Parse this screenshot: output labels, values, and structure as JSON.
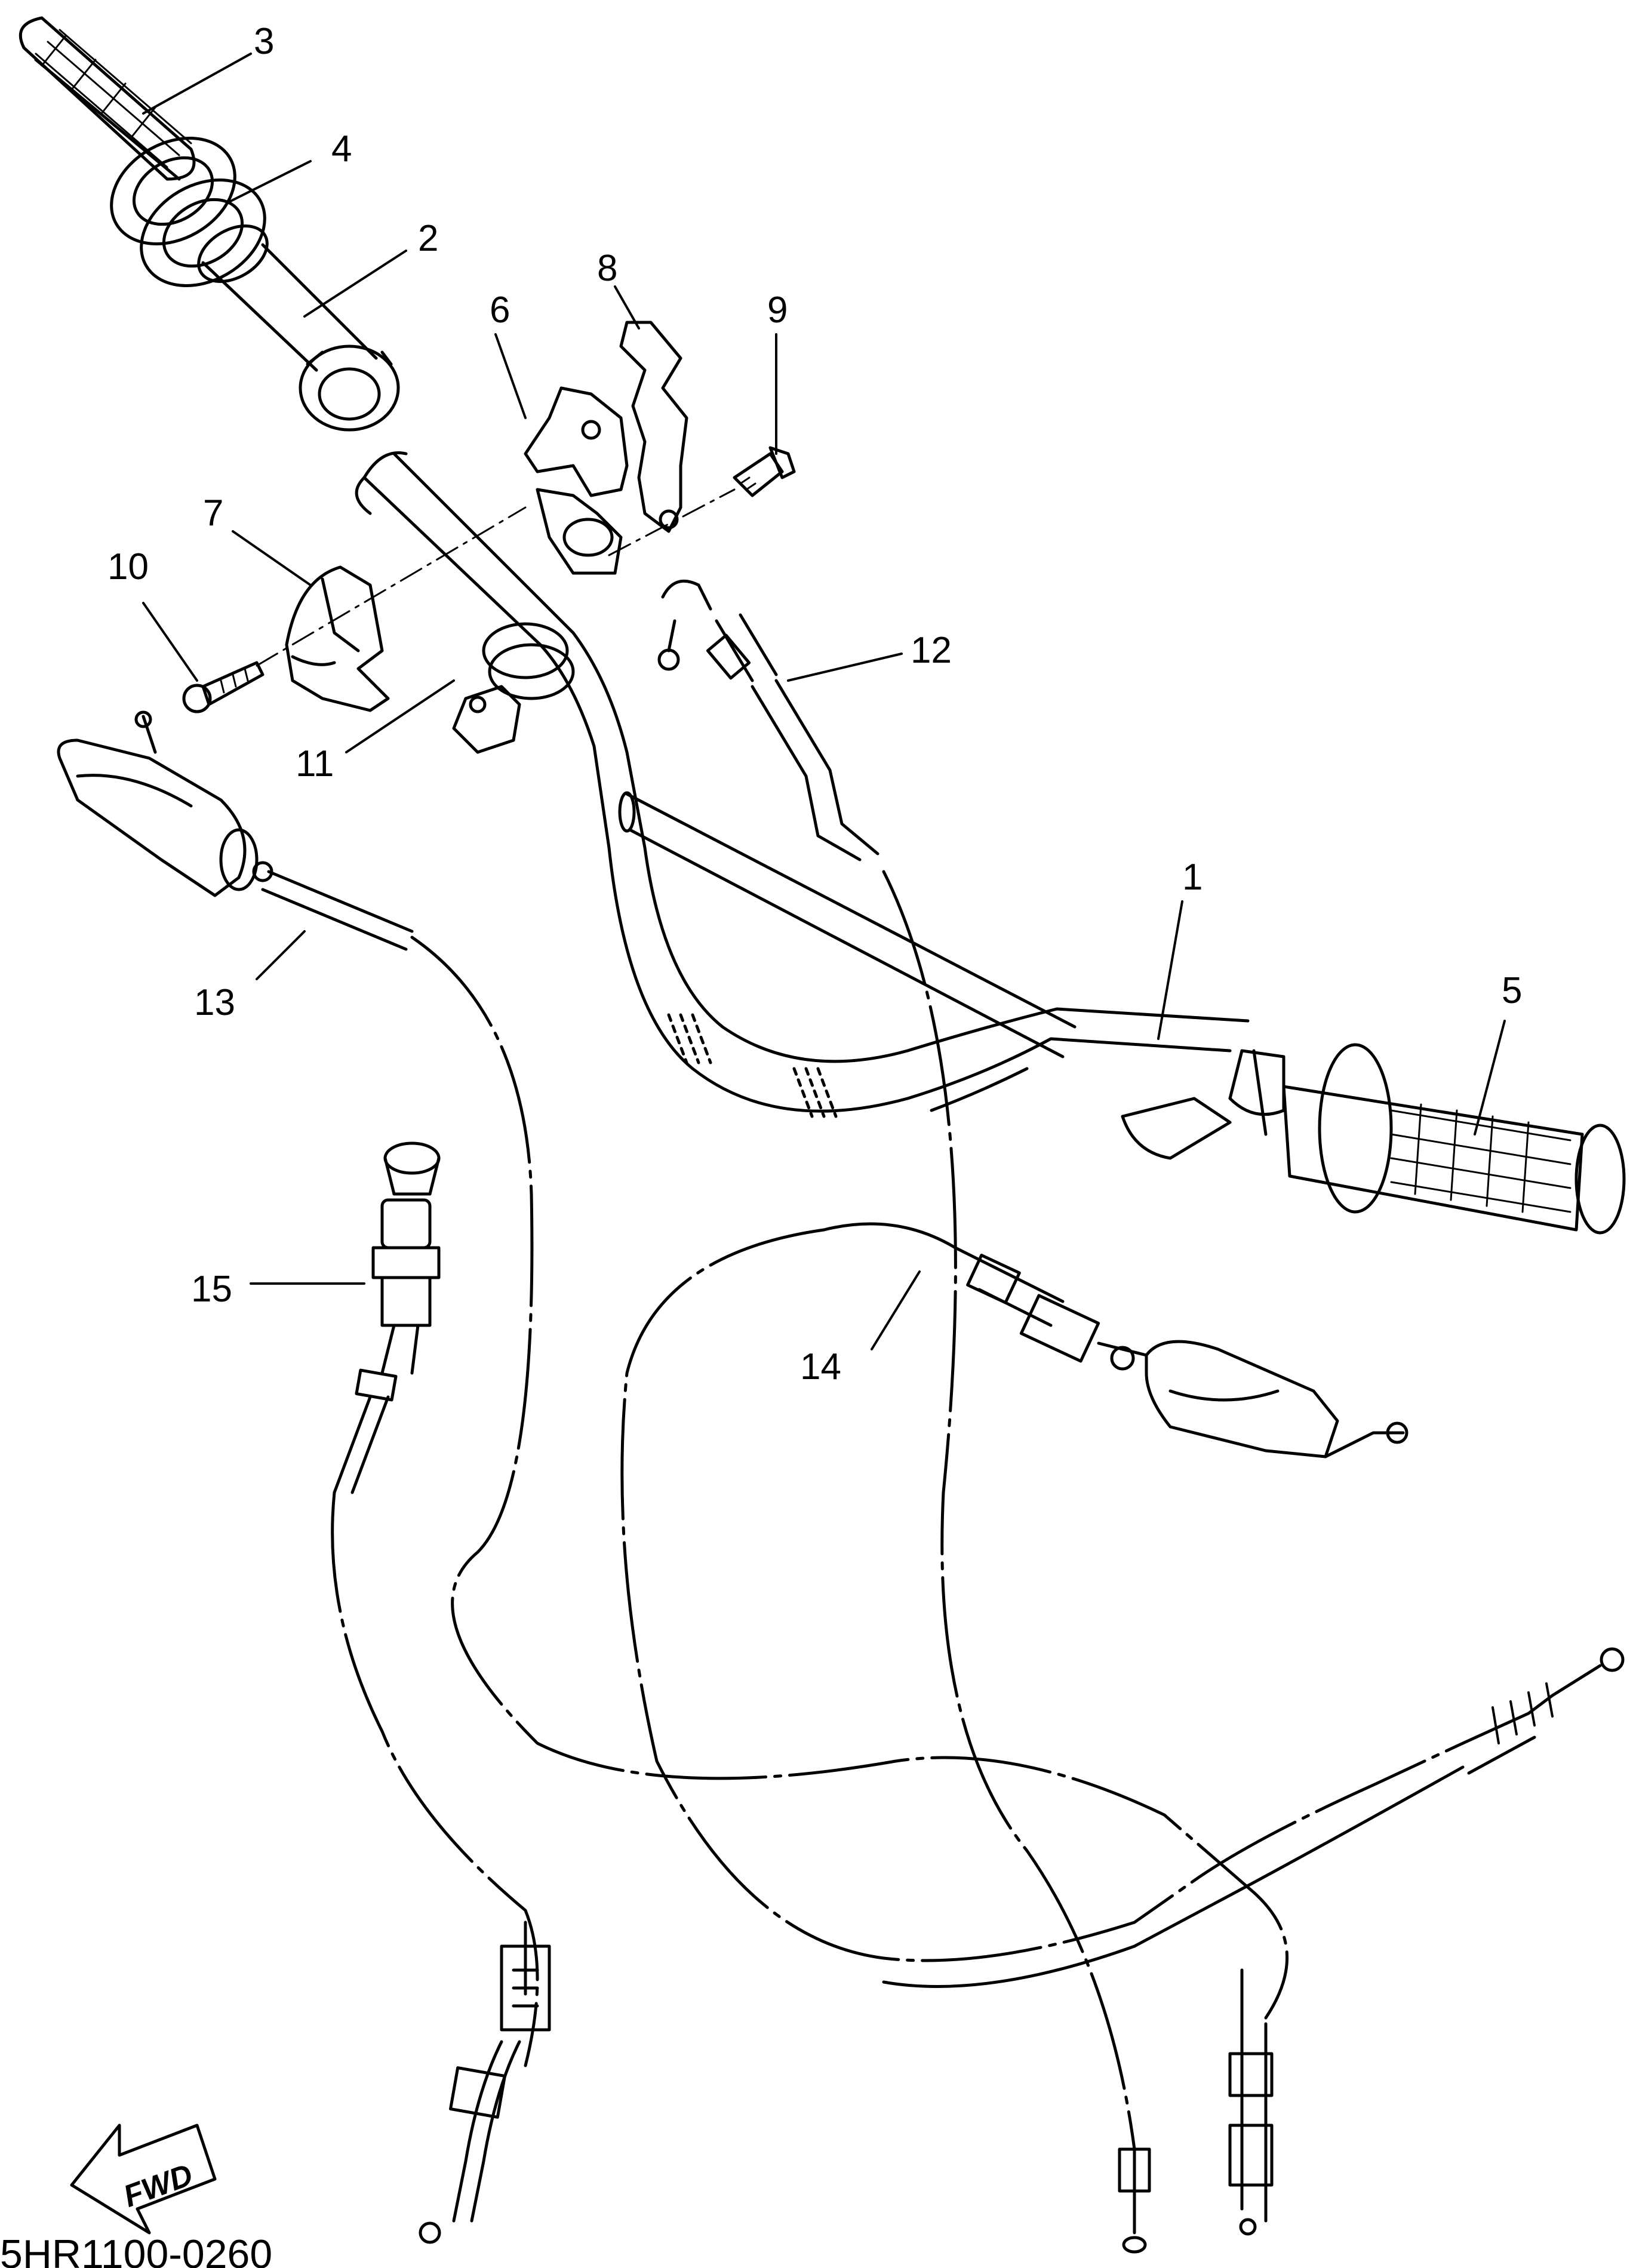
{
  "figure_code": "5HR1100-0260",
  "fwd_label": "FWD",
  "callouts": [
    "1",
    "2",
    "3",
    "4",
    "5",
    "6",
    "7",
    "8",
    "9",
    "10",
    "11",
    "12",
    "13",
    "14",
    "15"
  ],
  "colors": {
    "ink": "#000000",
    "paper": "#ffffff"
  }
}
